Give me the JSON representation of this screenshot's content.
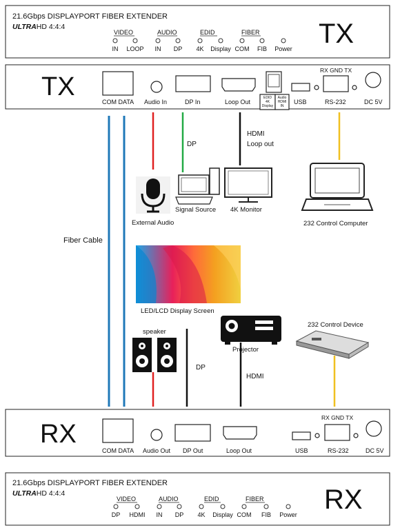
{
  "front_tx": {
    "model": "21.6Gbps DISPLAYPORT FIBER EXTENDER",
    "sub_ultra": "ULTRA",
    "sub_rest": "HD 4:4:4",
    "big": "TX",
    "groups": {
      "video": "VIDEO",
      "audio": "AUDIO",
      "edid": "EDID",
      "fiber": "FIBER"
    },
    "leds": [
      "IN",
      "LOOP",
      "IN",
      "DP",
      "4K",
      "Display",
      "COM",
      "FIB",
      "Power"
    ]
  },
  "rear_tx": {
    "big": "TX",
    "com_data": "COM DATA",
    "audio_in": "Audio In",
    "dp_in": "DP In",
    "loop_out": "Loop Out",
    "sw_edid": "EDID",
    "sw_4k": "4K",
    "sw_display": "Display",
    "sw_audio": "Audio",
    "sw_hdmi": "HDMI",
    "sw_in": "IN",
    "usb": "USB",
    "rs232": "RS-232",
    "rs232_pins": "RX GND TX",
    "dc": "DC 5V"
  },
  "cables": {
    "dp": "DP",
    "hdmi_loop_line1": "HDMI",
    "hdmi_loop_line2": "Loop out",
    "fiber_cable": "Fiber Cable",
    "dp_rx": "DP",
    "hdmi_rx": "HDMI"
  },
  "devices": {
    "external_audio": "External Audio",
    "signal_source": "Signal Source",
    "monitor_4k": "4K Monitor",
    "control_computer": "232 Control Computer",
    "display_screen": "LED/LCD Display Screen",
    "speaker": "speaker",
    "projector": "Projector",
    "control_device": "232 Control Device"
  },
  "rear_rx": {
    "big": "RX",
    "com_data": "COM DATA",
    "audio_out": "Audio Out",
    "dp_out": "DP Out",
    "loop_out": "Loop Out",
    "usb": "USB",
    "rs232": "RS-232",
    "rs232_pins": "RX GND TX",
    "dc": "DC 5V"
  },
  "front_rx": {
    "model": "21.6Gbps DISPLAYPORT FIBER EXTENDER",
    "sub_ultra": "ULTRA",
    "sub_rest": "HD 4:4:4",
    "big": "RX",
    "groups": {
      "video": "VIDEO",
      "audio": "AUDIO",
      "edid": "EDID",
      "fiber": "FIBER"
    },
    "leds": [
      "DP",
      "HDMI",
      "IN",
      "DP",
      "4K",
      "Display",
      "COM",
      "FIB",
      "Power"
    ]
  },
  "colors": {
    "fiber": "#1f78b8",
    "audio": "#e02020",
    "dp": "#22aa44",
    "hdmi": "#111111",
    "rs232": "#f0c020"
  }
}
